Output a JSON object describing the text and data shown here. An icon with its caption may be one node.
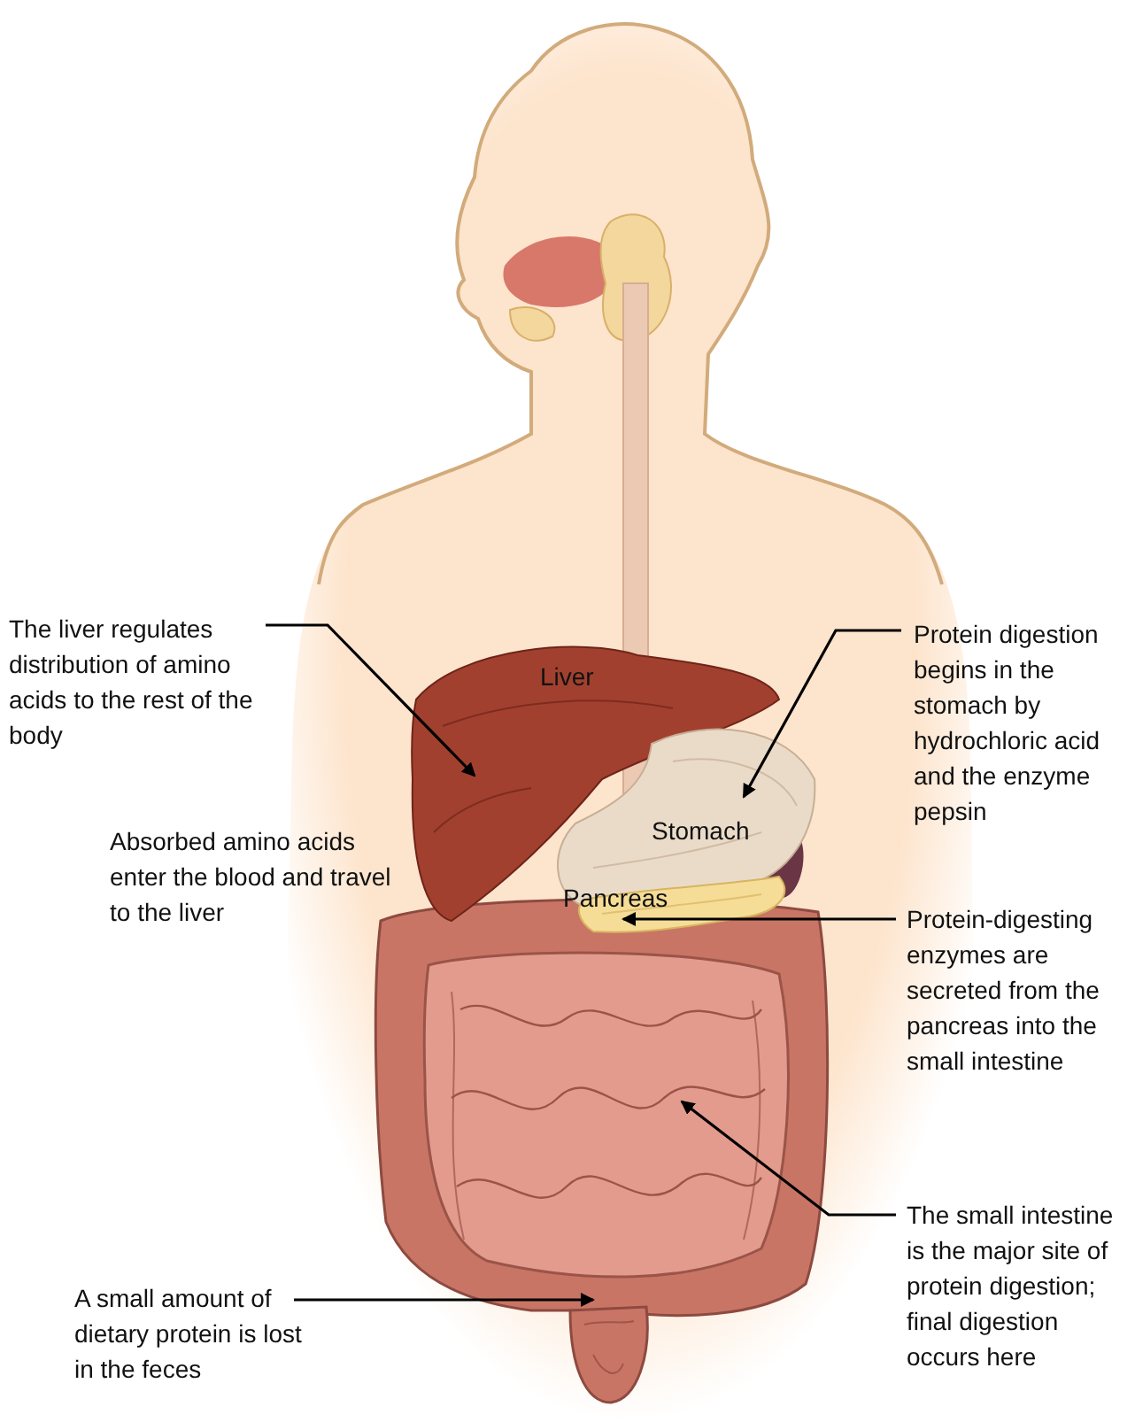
{
  "diagram": {
    "nodes": [
      {
        "text": [
          "The liver regulates distribution of amino acids to the rest of the body"
        ]
      },
      {
        "text": [
          "Protein digestion begins in the stomach by hydrochloric acid and the enzyme pepsin"
        ]
      },
      {
        "text": [
          "Protein-digesting enzymes are secreted from the pancreas into the small intestine"
        ]
      },
      {
        "text": [
          "The small intestine is the major site of protein digestion; final digestion occurs here"
        ]
      },
      {
        "text": [
          "A small amount of dietary protein is lost in the feces"
        ]
      },
      {
        "text": [],
        "shape": "picture"
      },
      {
        "text": [],
        "shape": "picture"
      },
      {
        "text": [],
        "shape": "picture"
      },
      {
        "text": [],
        "shape": "picture"
      },
      {
        "text": [],
        "shape": "picture"
      }
    ],
    "edges": [
      {
        "from": 0,
        "to": 5,
        "arrow": "to"
      },
      {
        "from": 1,
        "to": 6,
        "arrow": "to"
      },
      {
        "from": 2,
        "to": 7,
        "arrow": "to"
      },
      {
        "from": 3,
        "to": 8,
        "arrow": "to"
      },
      {
        "from": 4,
        "to": 9,
        "arrow": "to"
      }
    ],
    "labels": [
      "Liver",
      "Stomach",
      "Pancreas",
      "Absorbed amino acids enter the blood and travel to the liver"
    ]
  }
}
